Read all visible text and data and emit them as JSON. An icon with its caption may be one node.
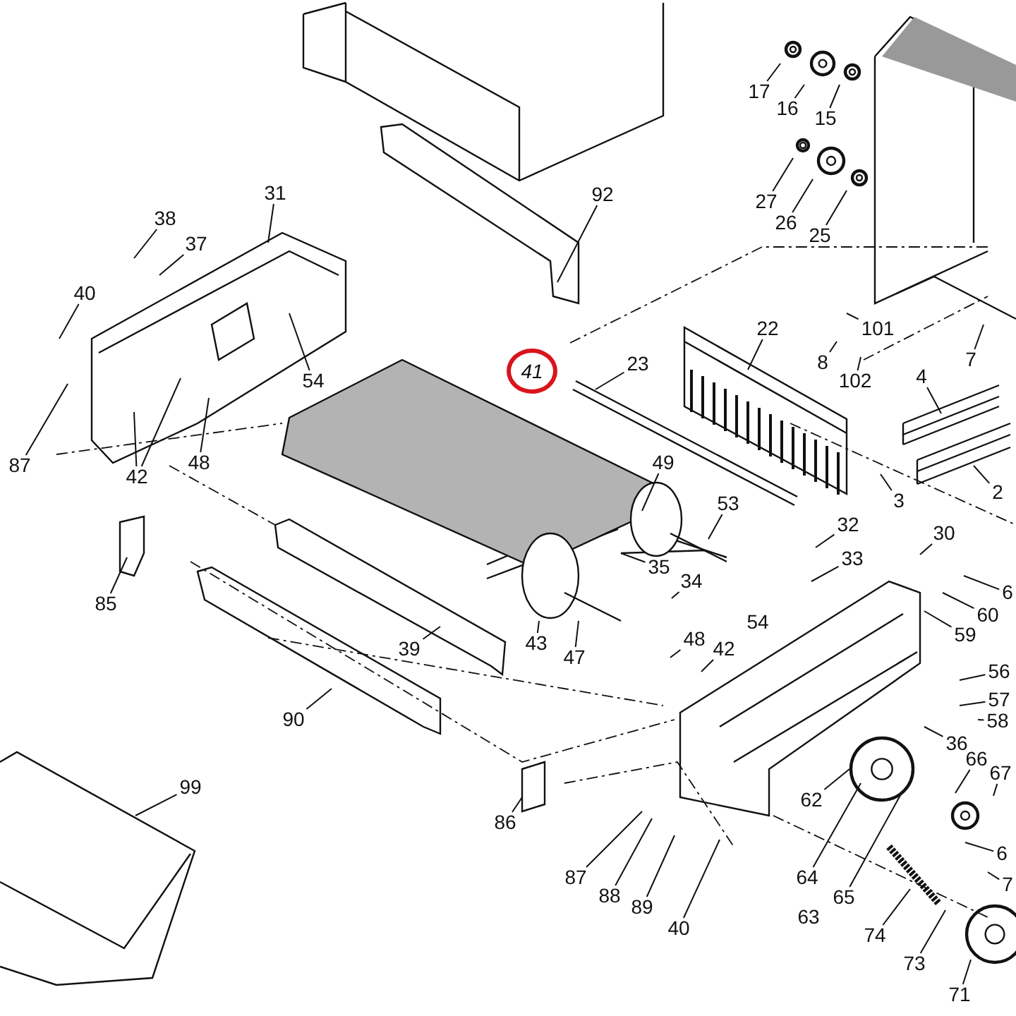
{
  "diagram": {
    "nodes": [
      {
        "text": [
          "17"
        ]
      },
      {
        "text": [
          "16"
        ]
      },
      {
        "text": [
          "15"
        ]
      },
      {
        "text": [
          "92"
        ]
      },
      {
        "text": [
          "31"
        ]
      },
      {
        "text": [
          "27"
        ]
      },
      {
        "text": [
          "38"
        ]
      },
      {
        "text": [
          "26"
        ]
      },
      {
        "text": [
          "25"
        ]
      },
      {
        "text": [
          "37"
        ]
      },
      {
        "text": [
          "40"
        ]
      },
      {
        "text": [
          "22"
        ]
      },
      {
        "text": [
          "101"
        ]
      },
      {
        "text": [
          "7"
        ]
      },
      {
        "text": [
          "8"
        ]
      },
      {
        "text": [
          "23"
        ]
      },
      {
        "text": [
          "41"
        ]
      },
      {
        "text": [
          "4"
        ]
      },
      {
        "text": [
          "54"
        ]
      },
      {
        "text": [
          "102"
        ]
      },
      {
        "text": [
          "87"
        ]
      },
      {
        "text": [
          "49"
        ]
      },
      {
        "text": [
          "48"
        ]
      },
      {
        "text": [
          "42"
        ]
      },
      {
        "text": [
          "2"
        ]
      },
      {
        "text": [
          "3"
        ]
      },
      {
        "text": [
          "53"
        ]
      },
      {
        "text": [
          "32"
        ]
      },
      {
        "text": [
          "30"
        ]
      },
      {
        "text": [
          "33"
        ]
      },
      {
        "text": [
          "35"
        ]
      },
      {
        "text": [
          "34"
        ]
      },
      {
        "text": [
          "6"
        ]
      },
      {
        "text": [
          "85"
        ]
      },
      {
        "text": [
          "60"
        ]
      },
      {
        "text": [
          "54"
        ]
      },
      {
        "text": [
          "59"
        ]
      },
      {
        "text": [
          "48"
        ]
      },
      {
        "text": [
          "43"
        ]
      },
      {
        "text": [
          "39"
        ]
      },
      {
        "text": [
          "42"
        ]
      },
      {
        "text": [
          "47"
        ]
      },
      {
        "text": [
          "56"
        ]
      },
      {
        "text": [
          "57"
        ]
      },
      {
        "text": [
          "90"
        ]
      },
      {
        "text": [
          "58"
        ]
      },
      {
        "text": [
          "36"
        ]
      },
      {
        "text": [
          "66"
        ]
      },
      {
        "text": [
          "67"
        ]
      },
      {
        "text": [
          "99"
        ]
      },
      {
        "text": [
          "62"
        ]
      },
      {
        "text": [
          "86"
        ]
      },
      {
        "text": [
          "6"
        ]
      },
      {
        "text": [
          "87"
        ]
      },
      {
        "text": [
          "64"
        ]
      },
      {
        "text": [
          "7"
        ]
      },
      {
        "text": [
          "88"
        ]
      },
      {
        "text": [
          "65"
        ]
      },
      {
        "text": [
          "89"
        ]
      },
      {
        "text": [
          "40"
        ]
      },
      {
        "text": [
          "74"
        ]
      },
      {
        "text": [
          "73"
        ]
      },
      {
        "text": [
          "71"
        ]
      }
    ],
    "edges": [
      {
        "from": 0,
        "to": null,
        "arrow": "none"
      },
      {
        "from": 1,
        "to": null,
        "arrow": "none"
      },
      {
        "from": 2,
        "to": null,
        "arrow": "none"
      },
      {
        "from": 3,
        "to": null,
        "arrow": "none"
      },
      {
        "from": 4,
        "to": null,
        "arrow": "none"
      },
      {
        "from": 5,
        "to": null,
        "arrow": "none"
      },
      {
        "from": 6,
        "to": null,
        "arrow": "none"
      },
      {
        "from": 7,
        "to": null,
        "arrow": "none"
      },
      {
        "from": 8,
        "to": null,
        "arrow": "none"
      },
      {
        "from": 9,
        "to": null,
        "arrow": "none"
      },
      {
        "from": 10,
        "to": null,
        "arrow": "none"
      },
      {
        "from": 11,
        "to": null,
        "arrow": "none"
      },
      {
        "from": 12,
        "to": null,
        "arrow": "none"
      },
      {
        "from": 13,
        "to": null,
        "arrow": "none"
      },
      {
        "from": 14,
        "to": null,
        "arrow": "none"
      },
      {
        "from": 15,
        "to": null,
        "arrow": "none"
      },
      {
        "from": 17,
        "to": null,
        "arrow": "none"
      },
      {
        "from": 18,
        "to": null,
        "arrow": "none"
      },
      {
        "from": 19,
        "to": null,
        "arrow": "none"
      },
      {
        "from": 20,
        "to": null,
        "arrow": "none"
      },
      {
        "from": 21,
        "to": null,
        "arrow": "none"
      },
      {
        "from": 22,
        "to": null,
        "arrow": "none"
      },
      {
        "from": 23,
        "to": null,
        "arrow": "none"
      },
      {
        "from": 23,
        "to": null,
        "arrow": "none"
      },
      {
        "from": 24,
        "to": null,
        "arrow": "none"
      },
      {
        "from": 25,
        "to": null,
        "arrow": "none"
      },
      {
        "from": 26,
        "to": null,
        "arrow": "none"
      },
      {
        "from": 27,
        "to": null,
        "arrow": "none"
      },
      {
        "from": 28,
        "to": null,
        "arrow": "none"
      },
      {
        "from": 29,
        "to": null,
        "arrow": "none"
      },
      {
        "from": 30,
        "to": null,
        "arrow": "none"
      },
      {
        "from": 31,
        "to": null,
        "arrow": "none"
      },
      {
        "from": 32,
        "to": null,
        "arrow": "none"
      },
      {
        "from": 33,
        "to": null,
        "arrow": "none"
      },
      {
        "from": 34,
        "to": null,
        "arrow": "none"
      },
      {
        "from": 36,
        "to": null,
        "arrow": "none"
      },
      {
        "from": 37,
        "to": null,
        "arrow": "none"
      },
      {
        "from": 38,
        "to": null,
        "arrow": "none"
      },
      {
        "from": 39,
        "to": null,
        "arrow": "none"
      },
      {
        "from": 40,
        "to": null,
        "arrow": "none"
      },
      {
        "from": 41,
        "to": null,
        "arrow": "none"
      },
      {
        "from": 42,
        "to": null,
        "arrow": "none"
      },
      {
        "from": 43,
        "to": null,
        "arrow": "none"
      },
      {
        "from": 44,
        "to": null,
        "arrow": "none"
      },
      {
        "from": 45,
        "to": null,
        "arrow": "none"
      },
      {
        "from": 46,
        "to": null,
        "arrow": "none"
      },
      {
        "from": 47,
        "to": null,
        "arrow": "none"
      },
      {
        "from": 48,
        "to": null,
        "arrow": "none"
      },
      {
        "from": 49,
        "to": null,
        "arrow": "none"
      },
      {
        "from": 50,
        "to": null,
        "arrow": "none"
      },
      {
        "from": 51,
        "to": null,
        "arrow": "none"
      },
      {
        "from": 52,
        "to": null,
        "arrow": "none"
      },
      {
        "from": 53,
        "to": null,
        "arrow": "none"
      },
      {
        "from": 54,
        "to": null,
        "arrow": "none"
      },
      {
        "from": 55,
        "to": null,
        "arrow": "none"
      },
      {
        "from": 56,
        "to": null,
        "arrow": "none"
      },
      {
        "from": 57,
        "to": null,
        "arrow": "none"
      },
      {
        "from": 58,
        "to": null,
        "arrow": "none"
      },
      {
        "from": 59,
        "to": null,
        "arrow": "none"
      },
      {
        "from": 60,
        "to": null,
        "arrow": "none"
      },
      {
        "from": 61,
        "to": null,
        "arrow": "none"
      },
      {
        "from": 62,
        "to": null,
        "arrow": "none"
      }
    ],
    "labels": [
      "63"
    ]
  }
}
